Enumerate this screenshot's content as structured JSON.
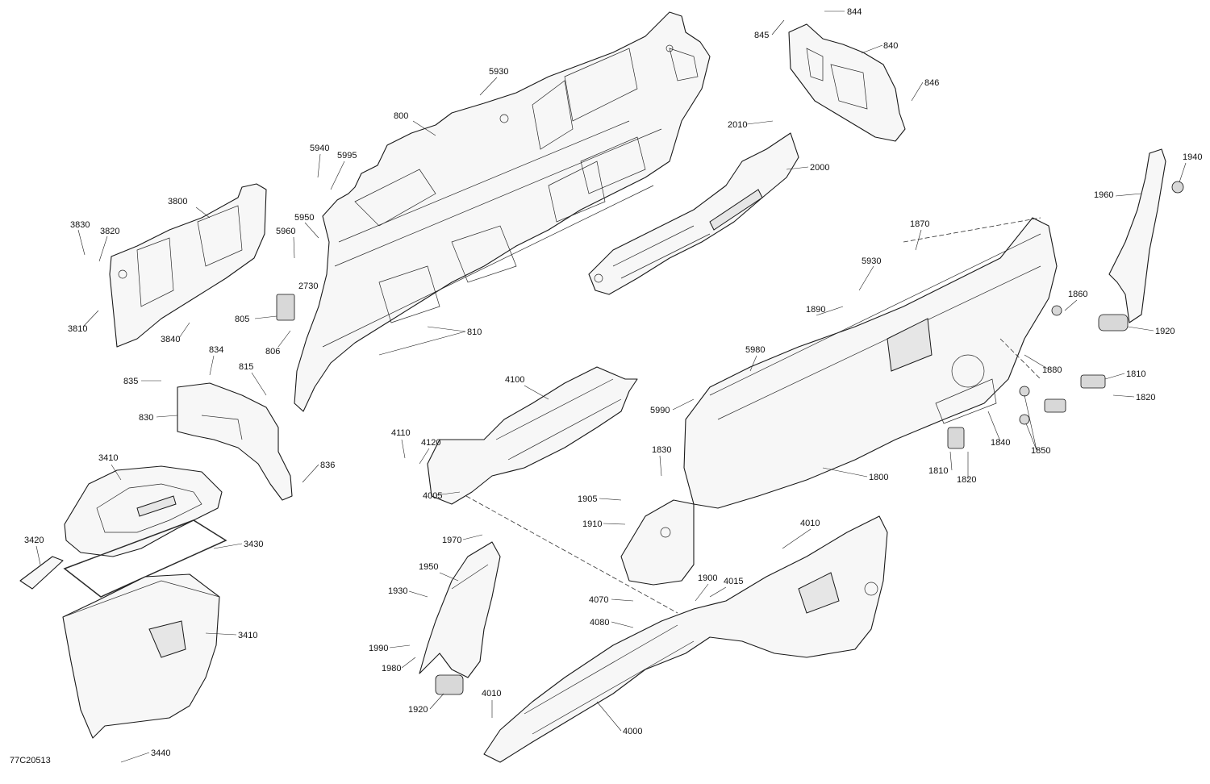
{
  "diagram": {
    "id": "77C20513",
    "callouts": [
      "844",
      "845",
      "840",
      "846",
      "5930",
      "800",
      "2010",
      "2000",
      "5940",
      "5995",
      "3800",
      "3830",
      "3820",
      "1940",
      "1960",
      "5950",
      "5960",
      "1870",
      "2730",
      "5930",
      "3810",
      "3840",
      "805",
      "1860",
      "806",
      "810",
      "1890",
      "1920",
      "834",
      "815",
      "835",
      "5980",
      "1880",
      "1810",
      "830",
      "4100",
      "1820",
      "5990",
      "4110",
      "4120",
      "1840",
      "836",
      "1830",
      "1850",
      "3410",
      "1810",
      "1800",
      "1820",
      "4005",
      "1905",
      "4010",
      "1910",
      "1970",
      "3420",
      "3430",
      "1950",
      "1900",
      "4015",
      "1930",
      "4070",
      "3410",
      "4080",
      "1990",
      "1980",
      "1920",
      "4010",
      "4000",
      "3440"
    ]
  }
}
